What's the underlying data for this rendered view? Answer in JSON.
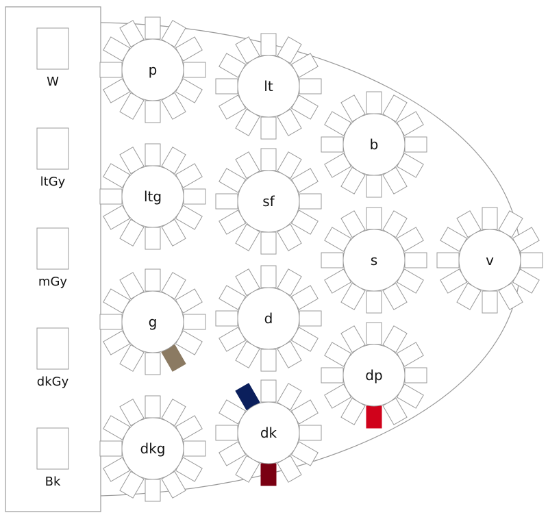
{
  "colors": {
    "stroke": "#999999",
    "text": "#111111",
    "seat_fill": "#ffffff"
  },
  "side_panel": {
    "items": [
      {
        "label": "W"
      },
      {
        "label": "ltGy"
      },
      {
        "label": "mGy"
      },
      {
        "label": "dkGy"
      },
      {
        "label": "Bk"
      }
    ]
  },
  "tables": [
    {
      "label": "p",
      "seats": 12,
      "highlights": []
    },
    {
      "label": "lt",
      "seats": 12,
      "highlights": []
    },
    {
      "label": "b",
      "seats": 12,
      "highlights": []
    },
    {
      "label": "ltg",
      "seats": 12,
      "highlights": []
    },
    {
      "label": "sf",
      "seats": 12,
      "highlights": []
    },
    {
      "label": "s",
      "seats": 12,
      "highlights": []
    },
    {
      "label": "v",
      "seats": 12,
      "highlights": []
    },
    {
      "label": "g",
      "seats": 12,
      "highlights": [
        {
          "seat": 5,
          "color": "#8b7a62"
        }
      ]
    },
    {
      "label": "d",
      "seats": 12,
      "highlights": []
    },
    {
      "label": "dp",
      "seats": 12,
      "highlights": [
        {
          "seat": 6,
          "color": "#d0021b"
        }
      ]
    },
    {
      "label": "dkg",
      "seats": 12,
      "highlights": []
    },
    {
      "label": "dk",
      "seats": 12,
      "highlights": [
        {
          "seat": 6,
          "color": "#7a0012"
        },
        {
          "seat": 11,
          "color": "#0b1f5c"
        }
      ]
    }
  ]
}
